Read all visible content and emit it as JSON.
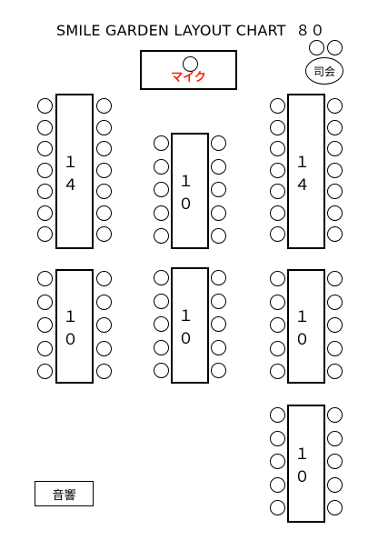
{
  "title": "SMILE GARDEN LAYOUT CHART  ８０",
  "stage": {
    "mic_label": "マイク"
  },
  "mc_label": "司会",
  "sound_label": "音響",
  "tables": [
    {
      "id": "left-top",
      "seats_label": "１４"
    },
    {
      "id": "center-top",
      "seats_label": "１０"
    },
    {
      "id": "right-top",
      "seats_label": "１４"
    },
    {
      "id": "left-bottom",
      "seats_label": "１０"
    },
    {
      "id": "center-bottom",
      "seats_label": "１０"
    },
    {
      "id": "right-middle",
      "seats_label": "１０"
    },
    {
      "id": "right-bottom",
      "seats_label": "１０"
    }
  ]
}
